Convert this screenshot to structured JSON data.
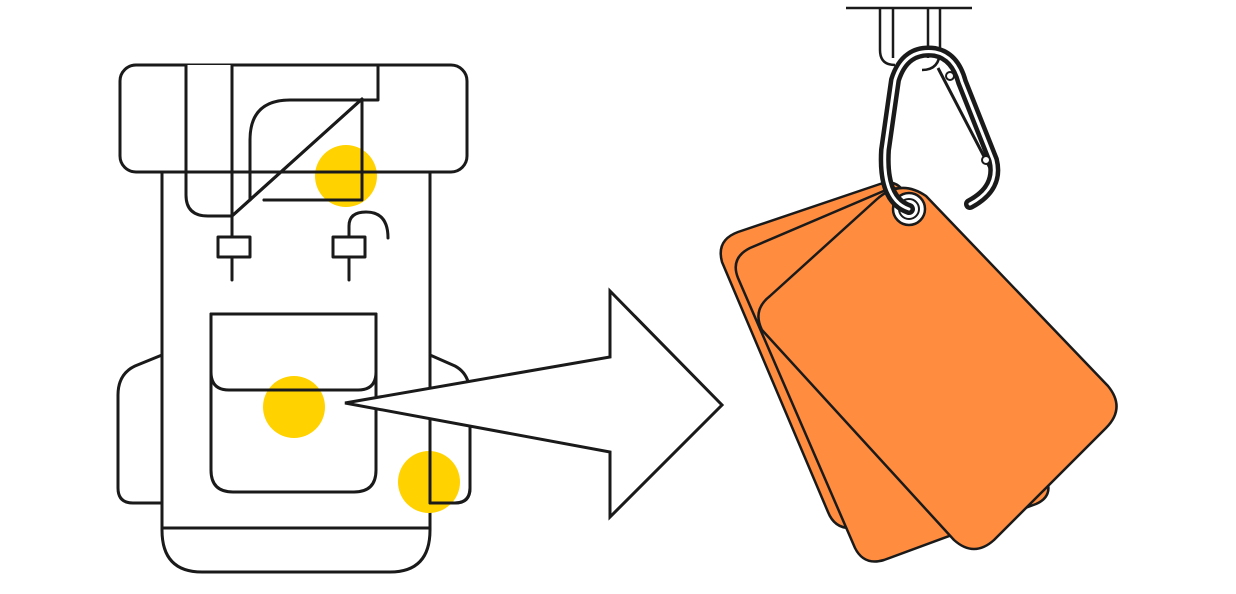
{
  "illustration": {
    "backpack": {
      "icon": "backpack-icon",
      "stroke_color": "#1a1a1a",
      "fill_color": "#ffffff",
      "marker_color": "#ffd200",
      "marker_count": 3
    },
    "arrow": {
      "icon": "right-arrow-icon",
      "direction": "right"
    },
    "tags": {
      "icon": "luggage-tags-icon",
      "tag_color": "#ff8c3f",
      "tag_count": 3,
      "carabiner_color": "#1a1a1a"
    }
  }
}
